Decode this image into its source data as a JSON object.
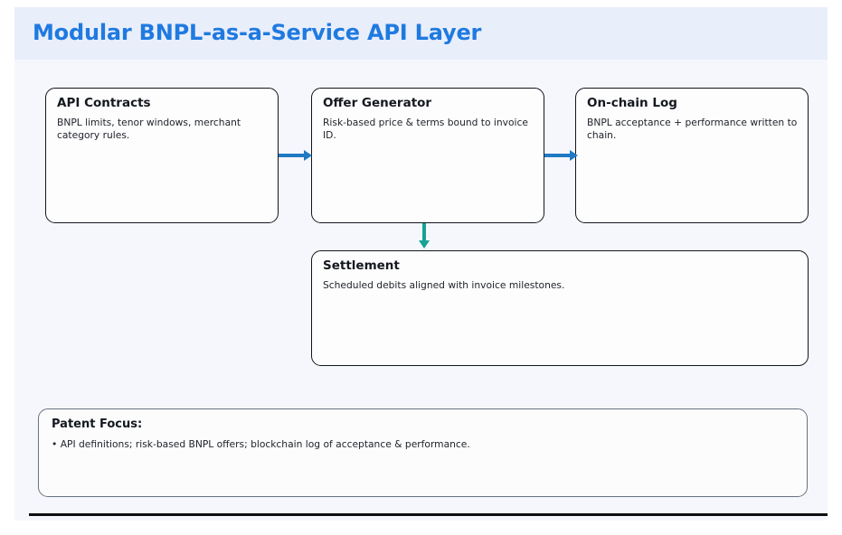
{
  "slide": {
    "title": "Modular BNPL-as-a-Service API Layer",
    "accent_color": "#1f7ae0",
    "header_band_color": "#e9eefb",
    "canvas_color": "#f6f7fc"
  },
  "nodes": [
    {
      "id": "api-contracts",
      "title": "API Contracts",
      "body": "BNPL limits, tenor windows, merchant category rules."
    },
    {
      "id": "offer-generator",
      "title": "Offer Generator",
      "body": "Risk-based price & terms bound to invoice ID."
    },
    {
      "id": "on-chain-log",
      "title": "On-chain Log",
      "body": "BNPL acceptance + performance written to chain."
    },
    {
      "id": "settlement",
      "title": "Settlement",
      "body": "Scheduled debits aligned with invoice milestones."
    }
  ],
  "connectors": [
    {
      "id": "api-to-offer",
      "from": "api-contracts",
      "to": "offer-generator",
      "direction": "right",
      "color": "#1f7ac4"
    },
    {
      "id": "offer-to-onchain",
      "from": "offer-generator",
      "to": "on-chain-log",
      "direction": "right",
      "color": "#1f7ac4"
    },
    {
      "id": "offer-to-settlement",
      "from": "offer-generator",
      "to": "settlement",
      "direction": "down",
      "color": "#16a394"
    }
  ],
  "footer": {
    "title": "Patent Focus:",
    "items": [
      "• API definitions; risk-based BNPL offers; blockchain log of acceptance & performance."
    ]
  }
}
